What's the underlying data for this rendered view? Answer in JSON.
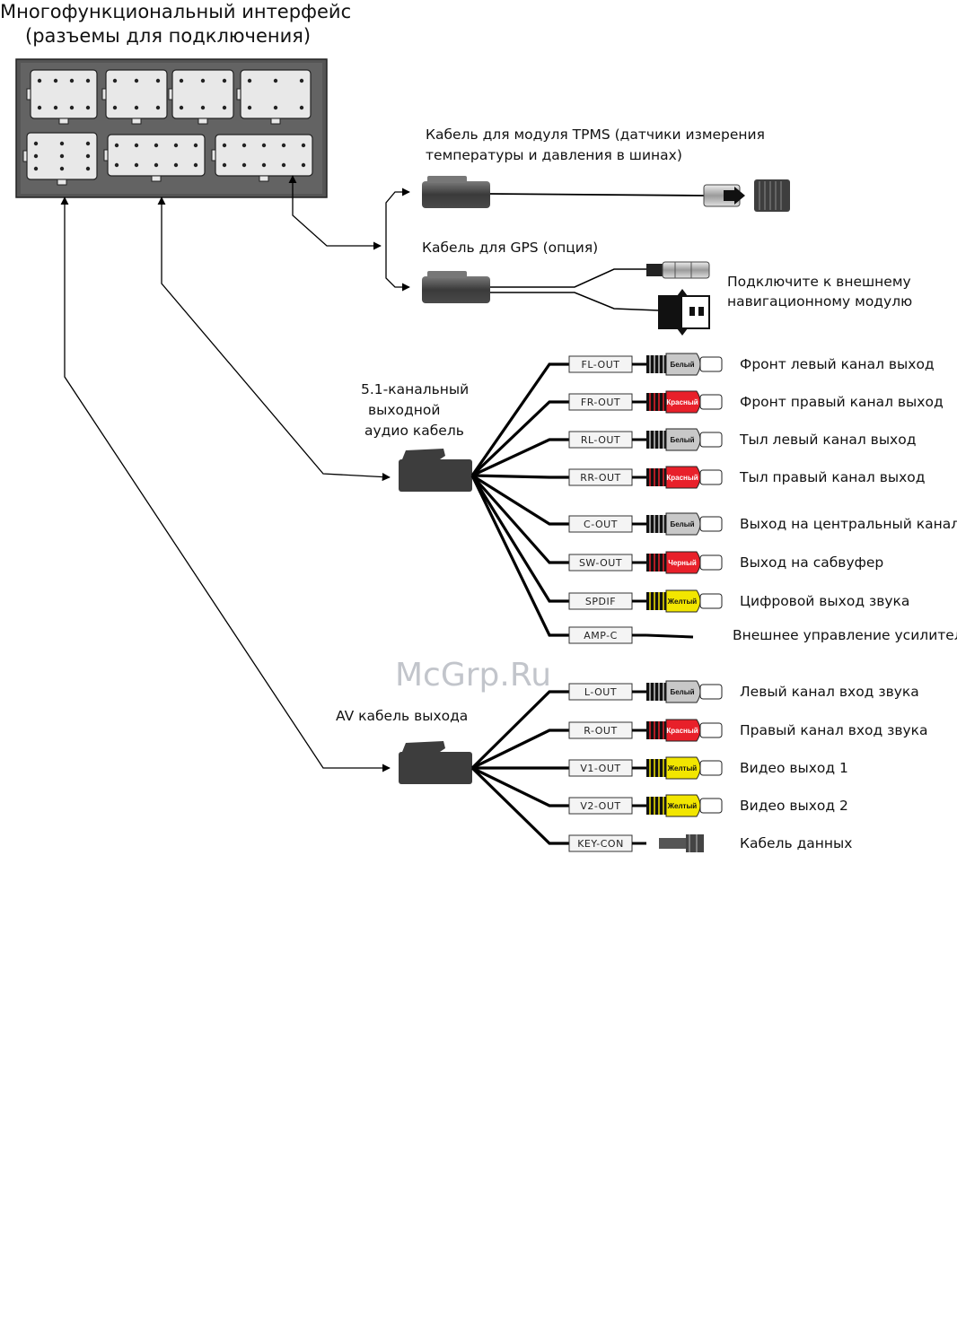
{
  "title_line1": "Многофункциональный интерфейс",
  "title_line2": "(разъемы для подключения)",
  "watermark": "McGrp.Ru",
  "tpms": {
    "line1": "Кабель для модуля TPMS (датчики измерения",
    "line2": "температуры и давления в шинах)"
  },
  "gps": {
    "caption": "Кабель для GPS (опция)",
    "note_line1": "Подключите к внешнему",
    "note_line2": "навигационному модулю"
  },
  "audio_cable": {
    "line1": "5.1-канальный",
    "line2": "выходной",
    "line3": "аудио кабель"
  },
  "av_cable": {
    "caption": "AV кабель выхода"
  },
  "audio_outputs": [
    {
      "tag": "FL-OUT",
      "plug": "Белый",
      "color": "#c8c8c8",
      "desc": "Фронт левый канал выход"
    },
    {
      "tag": "FR-OUT",
      "plug": "Красный",
      "color": "#e8202a",
      "desc": "Фронт правый канал выход"
    },
    {
      "tag": "RL-OUT",
      "plug": "Белый",
      "color": "#c8c8c8",
      "desc": "Тыл левый канал выход"
    },
    {
      "tag": "RR-OUT",
      "plug": "Красный",
      "color": "#e8202a",
      "desc": "Тыл правый канал выход"
    },
    {
      "tag": "C-OUT",
      "plug": "Белый",
      "color": "#c8c8c8",
      "desc": "Выход на центральный канал"
    },
    {
      "tag": "SW-OUT",
      "plug": "Черный",
      "color": "#e8202a",
      "desc": "Выход на сабвуфер"
    },
    {
      "tag": "SPDIF",
      "plug": "Желтый",
      "color": "#f2e600",
      "desc": "Цифровой выход звука"
    },
    {
      "tag": "AMP-C",
      "plug": "",
      "color": "#000000",
      "desc": "Внешнее управление усилителем"
    }
  ],
  "av_outputs": [
    {
      "tag": "L-OUT",
      "plug": "Белый",
      "color": "#c8c8c8",
      "desc": "Левый канал вход звука"
    },
    {
      "tag": "R-OUT",
      "plug": "Красный",
      "color": "#e8202a",
      "desc": "Правый канал вход звука"
    },
    {
      "tag": "V1-OUT",
      "plug": "Желтый",
      "color": "#f2e600",
      "desc": "Видео выход 1"
    },
    {
      "tag": "V2-OUT",
      "plug": "Желтый",
      "color": "#f2e600",
      "desc": "Видео выход 2"
    },
    {
      "tag": "KEY-CON",
      "plug": "",
      "color": "#555555",
      "desc": "Кабель данных"
    }
  ]
}
